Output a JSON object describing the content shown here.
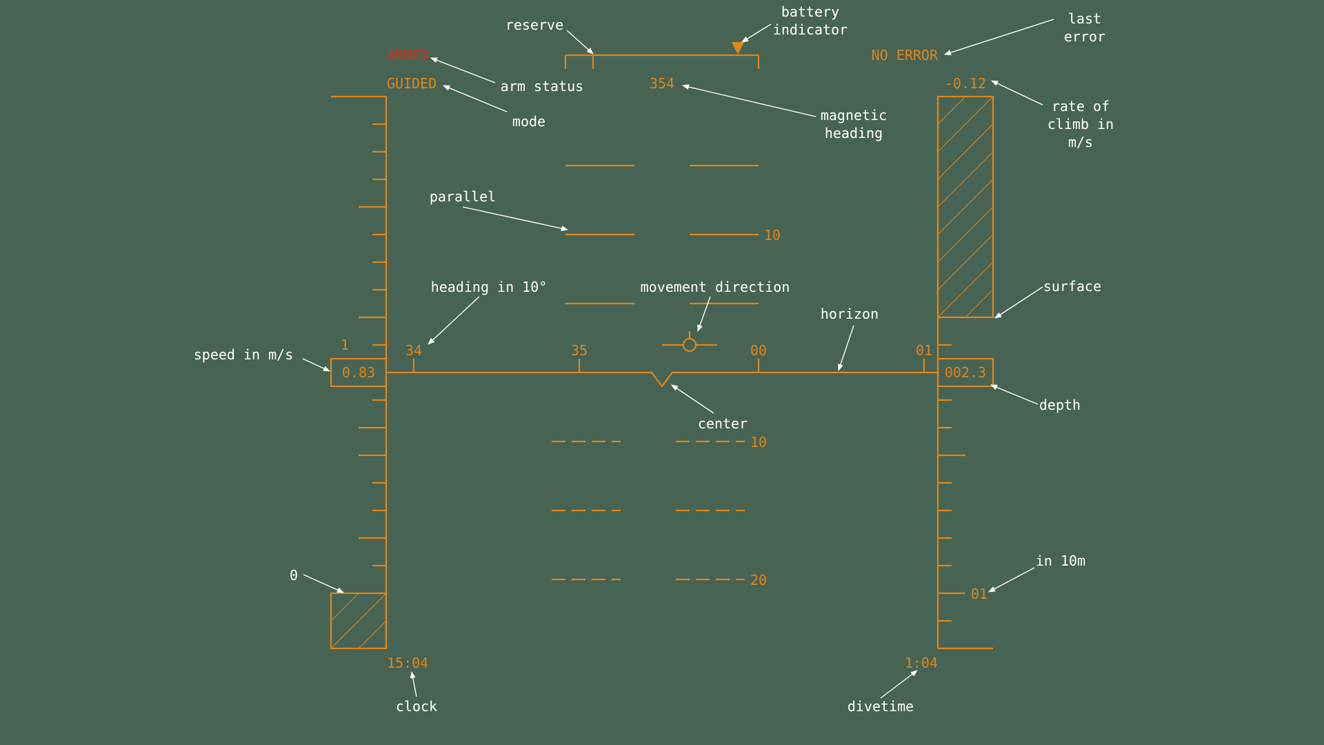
{
  "hud": {
    "arm_status": "ARMED",
    "mode": "GUIDED",
    "heading_value": "354",
    "error_text": "NO ERROR",
    "rate_of_climb": "-0.12",
    "speed": "0.83",
    "speed_scale_one": "1",
    "depth": "002.3",
    "depth_scale_mark": "01",
    "clock": "15:04",
    "divetime": "1:04",
    "heading_ticks": [
      "34",
      "35",
      "00",
      "01"
    ],
    "pitch_up_label": "10",
    "pitch_down_labels": [
      "10",
      "20"
    ]
  },
  "annotations": {
    "reserve": "reserve",
    "battery_indicator": [
      "battery",
      "indicator"
    ],
    "last_error": [
      "last",
      "error"
    ],
    "arm_status": "arm status",
    "mode": "mode",
    "magnetic_heading": [
      "magnetic",
      "heading"
    ],
    "rate_of_climb": [
      "rate of",
      "climb in",
      "m/s"
    ],
    "parallel": "parallel",
    "heading_in_10": "heading in 10°",
    "movement_direction": "movement direction",
    "horizon": "horizon",
    "surface": "surface",
    "speed_in_ms": "speed in m/s",
    "center": "center",
    "depth": "depth",
    "zero": "0",
    "in_10m": "in 10m",
    "clock": "clock",
    "divetime": "divetime"
  },
  "colors": {
    "background": "#476353",
    "hud_orange": "#e0861a",
    "armed_red": "#c8321e",
    "annotation_white": "#ffffff"
  }
}
